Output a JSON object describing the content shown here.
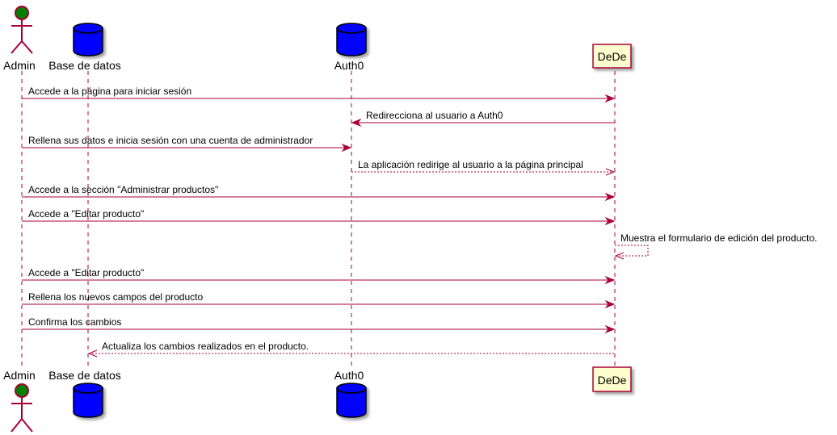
{
  "participants": [
    {
      "id": "admin",
      "name": "Admin",
      "kind": "actor"
    },
    {
      "id": "db",
      "name": "Base de datos",
      "kind": "database"
    },
    {
      "id": "auth0",
      "name": "Auth0",
      "kind": "database"
    },
    {
      "id": "dede",
      "name": "DeDe",
      "kind": "participant"
    }
  ],
  "messages": [
    {
      "from": "admin",
      "to": "dede",
      "label": "Accede  a la página para iniciar sesión",
      "style": "solid"
    },
    {
      "from": "dede",
      "to": "auth0",
      "label": "Redirecciona al usuario a Auth0",
      "style": "solid"
    },
    {
      "from": "admin",
      "to": "auth0",
      "label": "Rellena sus datos e inicia sesión con una cuenta de administrador",
      "style": "solid"
    },
    {
      "from": "auth0",
      "to": "dede",
      "label": "La aplicación redirige al usuario a la página principal",
      "style": "dashed"
    },
    {
      "from": "admin",
      "to": "dede",
      "label": "Accede a la sección \"Administrar productos\"",
      "style": "solid"
    },
    {
      "from": "admin",
      "to": "dede",
      "label": "Accede a \"Editar producto\"",
      "style": "solid"
    },
    {
      "from": "dede",
      "to": "dede",
      "label": "Muestra el formulario de edición del producto.",
      "style": "dashed"
    },
    {
      "from": "admin",
      "to": "dede",
      "label": "Accede a \"Editar producto\"",
      "style": "solid"
    },
    {
      "from": "admin",
      "to": "dede",
      "label": "Rellena los nuevos campos del producto",
      "style": "solid"
    },
    {
      "from": "admin",
      "to": "dede",
      "label": "Confirma los cambios",
      "style": "solid"
    },
    {
      "from": "dede",
      "to": "db",
      "label": "Actualiza los cambios realizados en el producto.",
      "style": "dashed"
    }
  ],
  "colors": {
    "line": "#A80036",
    "actor_head": "#008000",
    "database_fill": "#0000FF",
    "participant_fill": "#FEFECE",
    "participant_border": "#A80036"
  }
}
